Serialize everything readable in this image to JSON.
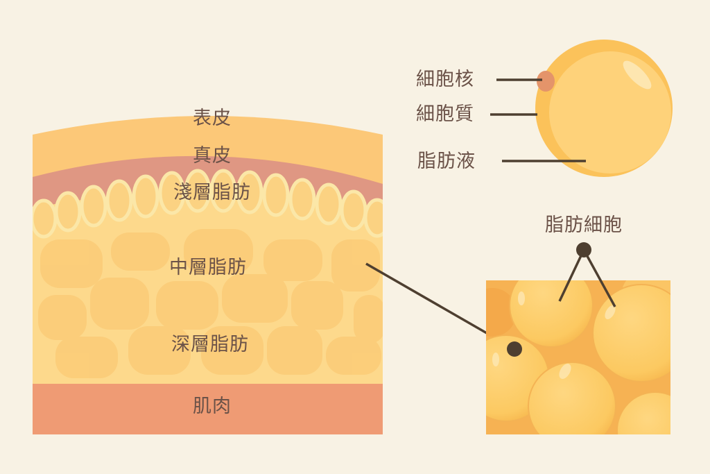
{
  "colors": {
    "background": "#f8f2e4",
    "epidermis": "#fcc878",
    "dermis": "#df9783",
    "superficial_fat": "#fdd98c",
    "fat_lobule": "#fbcb77",
    "muscle": "#ef9b74",
    "text": "#6b5248",
    "leader": "#4e3f30",
    "cell_outer": "#fbc25a",
    "cell_inner": "#fed27a",
    "nucleus": "#e4946a"
  },
  "skin_cross_section": {
    "layers": [
      {
        "id": "epidermis",
        "label": "表皮"
      },
      {
        "id": "dermis",
        "label": "真皮"
      },
      {
        "id": "superficial-fat",
        "label": "淺層脂肪"
      },
      {
        "id": "middle-fat",
        "label": "中層脂肪"
      },
      {
        "id": "deep-fat",
        "label": "深層脂肪"
      },
      {
        "id": "muscle",
        "label": "肌肉"
      }
    ]
  },
  "fat_cell_anatomy": {
    "parts": [
      {
        "id": "nucleus",
        "label": "細胞核"
      },
      {
        "id": "cytoplasm",
        "label": "細胞質"
      },
      {
        "id": "lipid",
        "label": "脂肪液"
      }
    ]
  },
  "fat_tissue_closeup": {
    "label": "脂肪細胞"
  }
}
